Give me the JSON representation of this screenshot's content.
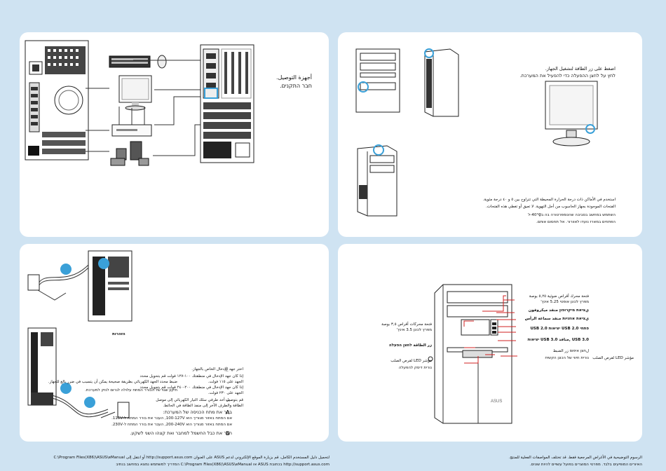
{
  "colors": {
    "background": "#cfe3f2",
    "panel": "#ffffff",
    "callout": "#d02020",
    "highlight": "#3aa0d8"
  },
  "p1": {
    "list_a": "أجهزة التوصيل.",
    "list_b": "חבר התקנים."
  },
  "p2": {
    "line1": "اضغط على زر الطاقة لتشغيل الجهاز.",
    "line2": "לחץ על לחצן ההפעלה כדי להפעיל את המערכת.",
    "note1": "استخدم                          في الأماكن ذات درجة الحرارة المحيطة التي تتراوح بين ٥ و ٤٠ درجة مئوية.",
    "note2": "الفتحات الموجودة بجهاز الحاسوب من أجل التهوية. لا تعيق أو تغطي هذه الفتحات.",
    "temp": "40°C-ל",
    "note3": "השתמש במחשב בסביבה שהטמפרטורה בה בין",
    "note4": "הפתחים במארז נועדו לאוורור. אל תחסום אותם."
  },
  "p3": {
    "heading": "הזהרות",
    "bullet_ar": "ضبط محدد الجهد الكهربائي بطريقة صحيحة يمكن أن يتسبب في ضرر بالغ للجهاز.",
    "bullet_he": "תיקון שגוי של הבורר המתח עלולה לגרום לנזק למערכת.",
    "step_a_ar": "اختر جهد الإدخال الخاص بالجهاز.",
    "step_a_l1": "إذا كان جهد الإدخال في منطقتك ١٠٠-١٢٧ فولت قم بتحويل محدد",
    "step_a_l2": "الجهد على ١١٥ فولت.",
    "step_a_l3": "إذا كان جهد الإدخال في منطقتك ٢٠٠-٢٤٠ فولت قم بتحويل محدد",
    "step_a_l4": "الجهد على ٢٣٠ فولت.",
    "step_b_ar": "قم بتوصيل أحد طرفي سلك التيار الكهربائي إلى موصل",
    "step_b_ar2": "الطاقة والطرف الآخر إلى منفذ الطاقة في الحائط.",
    "step_a_he": "בחר את מתח הכניסה של המערכת:",
    "step_a_he1": "אם המתח באזור מגוריך הוא 100-127V, העבר את בורר המתח ל-115V.",
    "step_a_he2": "אם המתח באזור מגוריך הוא 200-240V, העבר את בורר המתח ל-230V.",
    "step_b_he": "חבר את כבל החשמל למחבר ואת קצהו השני לשקע.",
    "label_a": "A",
    "label_b": "B",
    "label_a2": "أ.",
    "label_b2": "ب."
  },
  "p4": {
    "callouts": [
      "فتحة محرك أقراص ضوئية ٥,٢٥ بوصة",
      "מפרץ לכונן אופטי 5.25 אינץ'",
      "يציאת מיקרופון منفذ ميكروفون",
      "يציאת אוזניות منفذ سماعة الرأس",
      "פתחי USB 2.0 יציאות USB 2.0",
      "USB 3.0 ,منافذ USB 3.0 יציאות",
      "لחצן הפעלה زر الطاقة",
      "لחצן איפוס زر الضبط",
      "נורית חיווי של הכונן הקשיח",
      "מפרץ לכונן 3.5 אינץ'",
      "محرك أقراص ٣,٥ بوصة",
      "موصل LED لقرص الصلب",
      "נורית דיסק להפעלה"
    ],
    "left_callouts": [
      "فتحة محركات أقراص ٣,٥ بوصة",
      "מפרץ לכונן 3.5 אינץ'",
      "زر الطاقة לחצן הפעלה",
      "مؤشر LED لقرص الصلب",
      "נורית דיסק להפעלה"
    ],
    "right_callout": "مؤشر LED لقرص الصلب",
    "brand": "ASUS"
  },
  "footer": {
    "left1": "لتحميل دليل المستخدم الكامل، قم بزيارة الموقع الإلكتروني لدعم ASUS على العنوان http://support.asus.com أو انتقل إلى C:\\Program Files(X86)\\ASUS\\eManual",
    "left1_short": "http://support.asus.com",
    "left2": "http://support.asus.com בכתובת ASUS או C:\\Program Files(X86)\\ASUS\\eManual המדריך למשתמש נמצא במחשב בנתיב",
    "right1": "الرسوم التوضيحية في الأغراض المرجعية فقط. قد تختلف المواصفات الفعلية للمنتج.",
    "right2": "האיורים המופיעים בלבד. מפרטי המוצרים בפועל עשויים להיות שונים."
  }
}
